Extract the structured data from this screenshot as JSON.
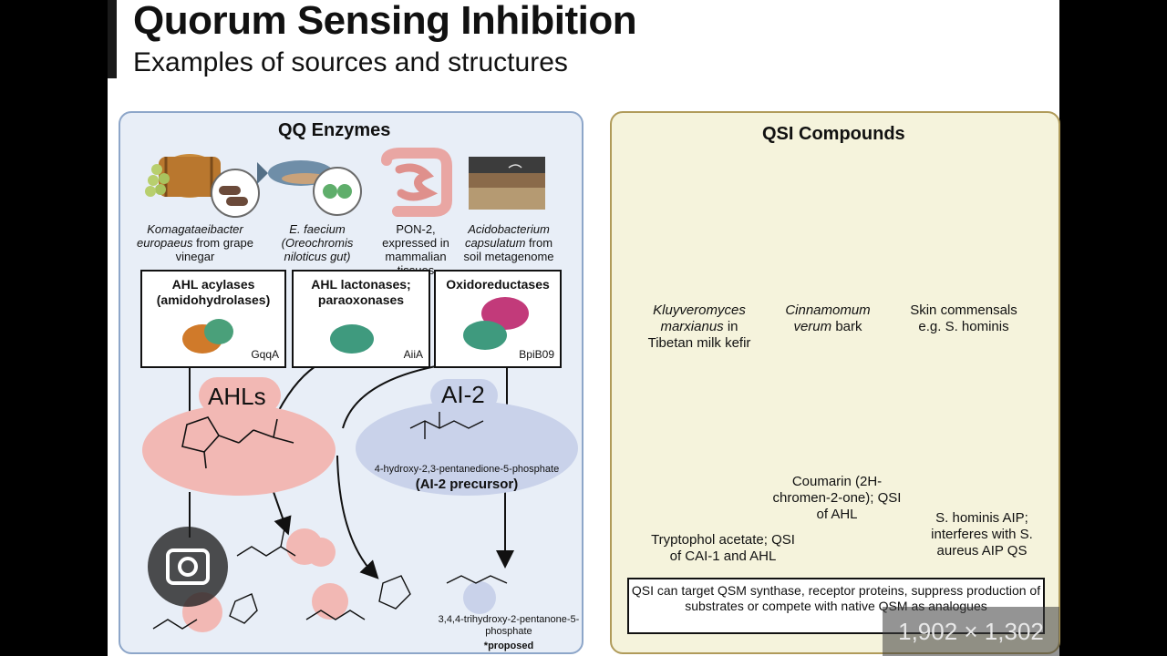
{
  "header": {
    "title": "Quorum Sensing Inhibition",
    "subtitle": "Examples of sources and structures"
  },
  "left_panel": {
    "title": "QQ Enzymes",
    "sources": [
      {
        "name": "Komagataeibacter europaeus",
        "suffix": " from grape vinegar"
      },
      {
        "name": "E. faecium",
        "prefix": "",
        "detail": "(Oreochromis niloticus gut)"
      },
      {
        "name": "PON-2, expressed in mammalian tissues"
      },
      {
        "name": "Acidobacterium capsulatum",
        "suffix": " from soil metagenome"
      }
    ],
    "enzymes": [
      {
        "title": "AHL acylases (amidohydrolases)",
        "code": "GqqA"
      },
      {
        "title": "AHL lactonases; paraoxonases",
        "code": "AiiA"
      },
      {
        "title": "Oxidoreductases",
        "code": "BpiB09"
      }
    ],
    "ahl_label": "AHLs",
    "ai2_label": "AI-2",
    "ai2_compound": "4-hydroxy-2,3-pentanedione-5-phosphate",
    "ai2_precursor": "(AI-2 precursor)",
    "product_name": "3,4,4-trihydroxy-2-pentanone-5-phosphate",
    "product_note": "*proposed"
  },
  "right_panel": {
    "title": "QSI Compounds",
    "sources": [
      {
        "name": "Kluyveromyces marxianus",
        "suffix": " in Tibetan milk kefir"
      },
      {
        "name": "Cinnamomum verum",
        "suffix": " bark"
      },
      {
        "name": "Skin commensals e.g. S. hominis"
      }
    ],
    "compounds": [
      {
        "name": "Tryptophol acetate; QSI of CAI-1 and AHL"
      },
      {
        "name": "Coumarin (2H-chromen-2-one); QSI of AHL"
      },
      {
        "name": "S. hominis AIP; interferes with S. aureus AIP QS"
      }
    ],
    "note": "QSI can target QSM synthase, receptor proteins, suppress production of substrates or compete with native QSM as analogues"
  },
  "overlay": {
    "watermark": "1,902 × 1,302",
    "lens_icon": "camera-lens-icon"
  },
  "colors": {
    "left_bg": "#e8eef7",
    "right_bg": "#f5f3dc",
    "ahl_pink": "#f2b8b4",
    "ai2_blue": "#c9d2ea"
  }
}
